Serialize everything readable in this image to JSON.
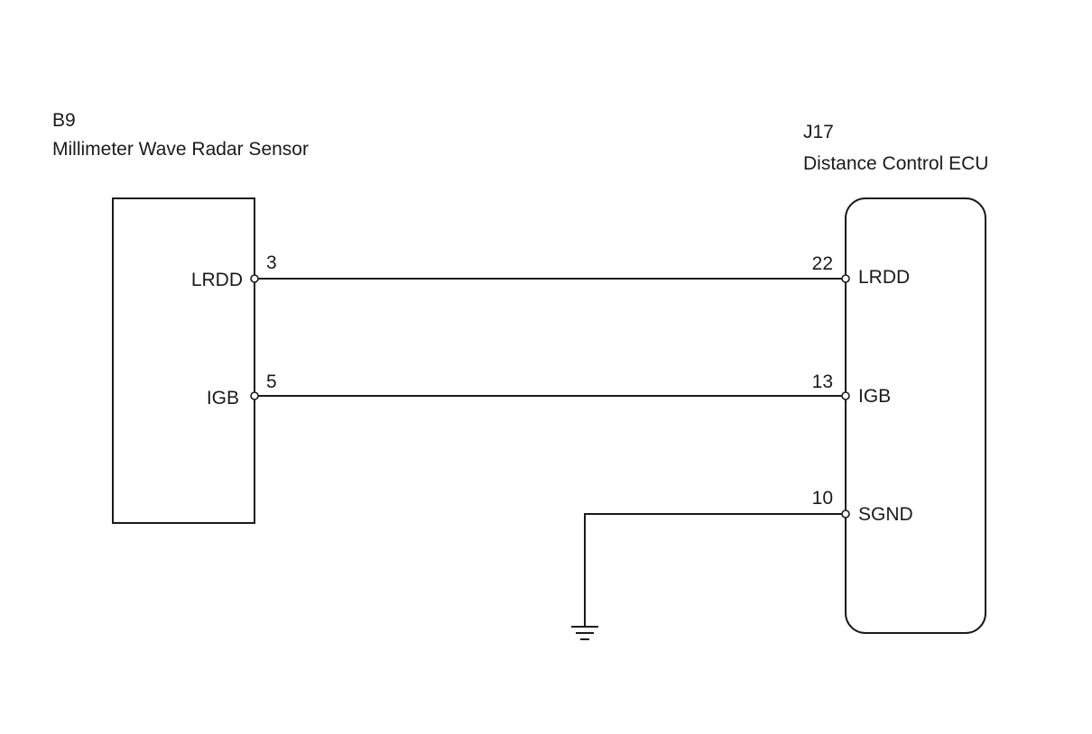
{
  "left_component": {
    "code": "B9",
    "name": "Millimeter Wave Radar Sensor",
    "pins": [
      {
        "number": "3",
        "label": "LRDD"
      },
      {
        "number": "5",
        "label": "IGB"
      }
    ]
  },
  "right_component": {
    "code": "J17",
    "name": "Distance Control ECU",
    "pins": [
      {
        "number": "22",
        "label": "LRDD"
      },
      {
        "number": "13",
        "label": "IGB"
      },
      {
        "number": "10",
        "label": "SGND"
      }
    ]
  },
  "wires": [
    {
      "from": "B9-3",
      "to": "J17-22",
      "signal": "LRDD"
    },
    {
      "from": "B9-5",
      "to": "J17-13",
      "signal": "IGB"
    },
    {
      "from": "J17-10",
      "to": "ground",
      "signal": "SGND"
    }
  ],
  "colors": {
    "line": "#1a1a1a",
    "background": "#ffffff"
  }
}
